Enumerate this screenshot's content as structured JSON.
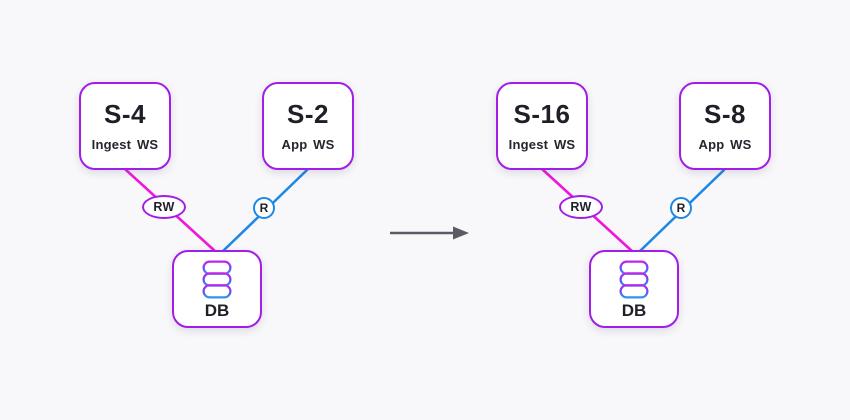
{
  "colors": {
    "background": "#F8F8FA",
    "node_border_purple": "#A21EE6",
    "write_edge_magenta": "#EE17DC",
    "read_edge_blue": "#1E88E5",
    "arrow_gray": "#5B5B66",
    "text_dark": "#1F1F28",
    "db_icon_gradient_top": "#C025EC",
    "db_icon_gradient_mid": "#7048EE",
    "db_icon_gradient_bottom": "#2D97F2"
  },
  "diagrams": [
    {
      "state": "before",
      "ingest_node": {
        "title": "S-4",
        "subtitle": "Ingest WS"
      },
      "app_node": {
        "title": "S-2",
        "subtitle": "App WS"
      },
      "db_node": {
        "label": "DB"
      },
      "write_badge": "RW",
      "read_badge": "R"
    },
    {
      "state": "after",
      "ingest_node": {
        "title": "S-16",
        "subtitle": "Ingest WS"
      },
      "app_node": {
        "title": "S-8",
        "subtitle": "App WS"
      },
      "db_node": {
        "label": "DB"
      },
      "write_badge": "RW",
      "read_badge": "R"
    }
  ]
}
